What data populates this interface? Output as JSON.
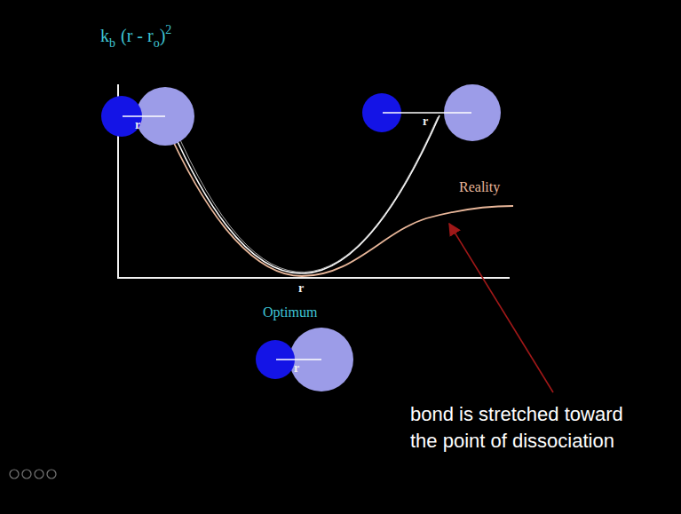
{
  "diagram": {
    "labels": [
      "k",
      "b",
      "(r - r",
      "o",
      ")",
      "2",
      "r",
      "r",
      "Reality",
      "r",
      "Optimum",
      "r",
      "bond is stretched toward the point of dissociation"
    ]
  }
}
